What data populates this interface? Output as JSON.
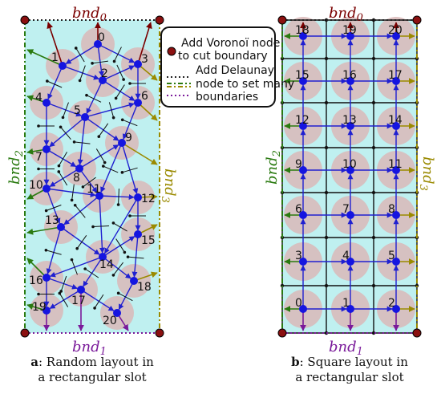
{
  "bnd0": "bnd",
  "bnd0_sub": "0",
  "bnd1": "bnd",
  "bnd1_sub": "1",
  "bnd2": "bnd",
  "bnd2_sub": "2",
  "bnd3": "bnd",
  "bnd3_sub": "3",
  "legend": {
    "voronoi": [
      "Add Voronoï node",
      "to cut boundary"
    ],
    "delaunay": [
      "Add Delaunay",
      "node to set many",
      "boundaries"
    ]
  },
  "caption_a": {
    "letter": "a",
    "line1": ": Random layout in",
    "line2": "a rectangular slot"
  },
  "caption_b": {
    "letter": "b",
    "line1": ": Square layout in",
    "line2": "a rectangular slot"
  },
  "left_labels": [
    "0",
    "1",
    "2",
    "3",
    "4",
    "5",
    "6",
    "7",
    "8",
    "9",
    "10",
    "11",
    "12",
    "13",
    "14",
    "15",
    "16",
    "17",
    "18",
    "19",
    "20"
  ],
  "right_labels": [
    "0",
    "1",
    "2",
    "3",
    "4",
    "5",
    "6",
    "7",
    "8",
    "9",
    "10",
    "11",
    "12",
    "13",
    "14",
    "15",
    "16",
    "17",
    "18",
    "19",
    "20"
  ],
  "colors": {
    "fill": "#bff0f0",
    "circle": "#d9b8b8",
    "node": "#1515e0",
    "edge": "#2020d0",
    "bnd0": "#7a0000",
    "bnd1": "#7a1a9a",
    "bnd2": "#2a7a10",
    "bnd3": "#9a8a00"
  }
}
